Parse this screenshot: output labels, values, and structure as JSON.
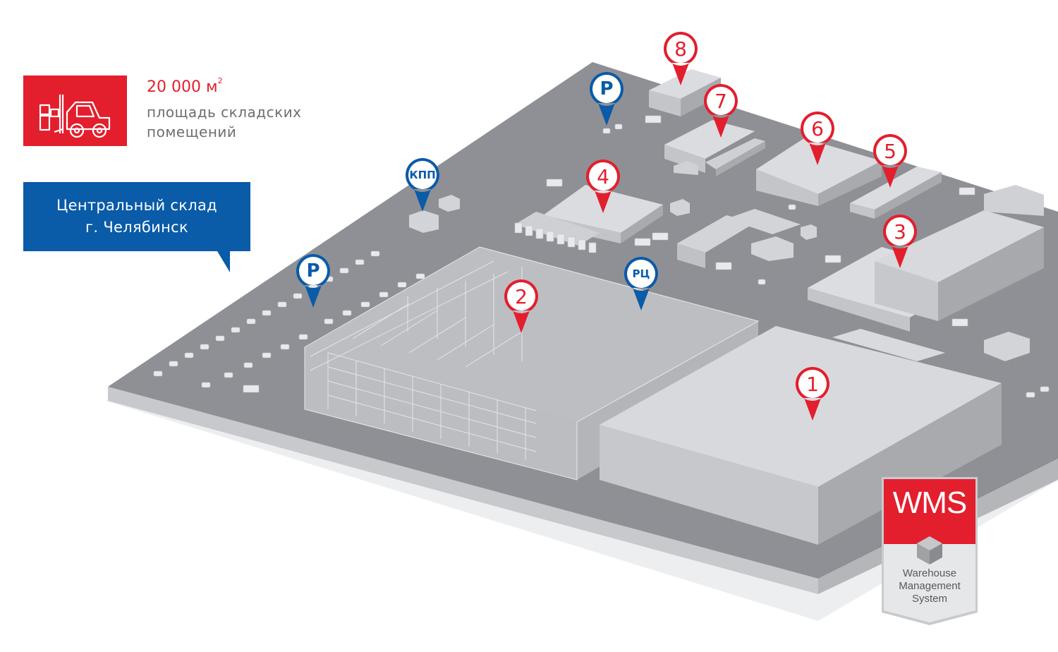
{
  "area": {
    "value": "20 000 м",
    "unit_sup": "2",
    "caption_line1": "площадь складских",
    "caption_line2": "помещений",
    "icon": "forklift-icon"
  },
  "location": {
    "line1": "Центральный склад",
    "line2": "г. Челябинск"
  },
  "pins": {
    "b1": "1",
    "b2": "2",
    "b3": "3",
    "b4": "4",
    "b5": "5",
    "b6": "6",
    "b7": "7",
    "b8": "8",
    "parking_1": "P",
    "parking_2": "P",
    "checkpoint": "КПП",
    "distribution_center": "РЦ"
  },
  "wms": {
    "title": "WMS",
    "sub1": "Warehouse",
    "sub2": "Management",
    "sub3": "System"
  },
  "colors": {
    "accent_red": "#e31e2d",
    "accent_blue": "#0a5ba8",
    "ground": "#8c8d92",
    "building_top": "#d8d9dd"
  }
}
